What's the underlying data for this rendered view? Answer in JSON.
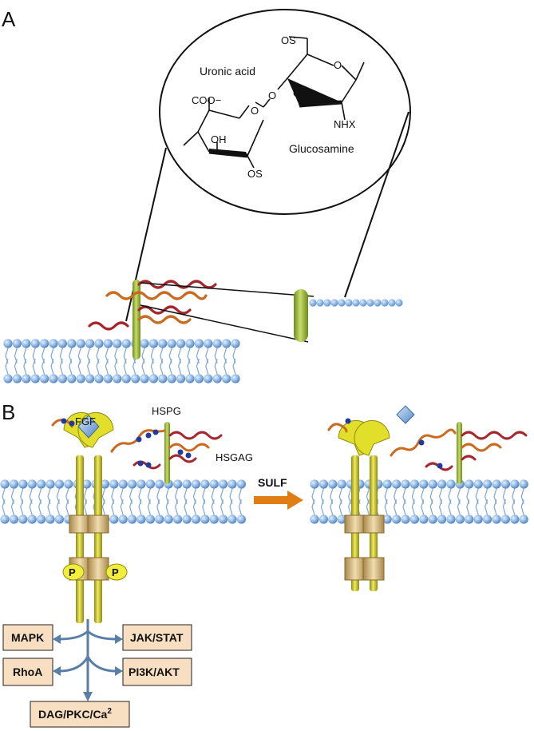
{
  "panels": {
    "a": "A",
    "b": "B"
  },
  "structure": {
    "os_top": "OS",
    "uronic_acid": "Uronic acid",
    "ring_o1": "O",
    "ring_o2": "O",
    "ring_o3": "O",
    "coo": "COO−",
    "os_mid": "OS",
    "nhx": "NHX",
    "oh": "OH",
    "glucosamine": "Glucosamine",
    "os_bottom": "OS"
  },
  "labels": {
    "fgf": "FGF",
    "hspg": "HSPG",
    "hsgag": "HSGAG",
    "sulf": "SULF",
    "p": "P"
  },
  "pathways": {
    "mapk": "MAPK",
    "jakstat": "JAK/STAT",
    "rhoa": "RhoA",
    "pi3k": "PI3K/AKT",
    "dag": "DAG/PKC/Ca",
    "dag_sup": "2"
  },
  "colors": {
    "membrane_head": "#8fb8e6",
    "tail": "#7aa7d8",
    "core_protein": "#a9c24a",
    "chain_red": "#a5262c",
    "chain_orange": "#c96a1e",
    "receptor": "#d7d21e",
    "sulfate_dot": "#223a9c",
    "box_fill": "#f8dfc2",
    "sulf_arrow": "#e07e14",
    "signal_arrow": "#5a7fa6"
  }
}
